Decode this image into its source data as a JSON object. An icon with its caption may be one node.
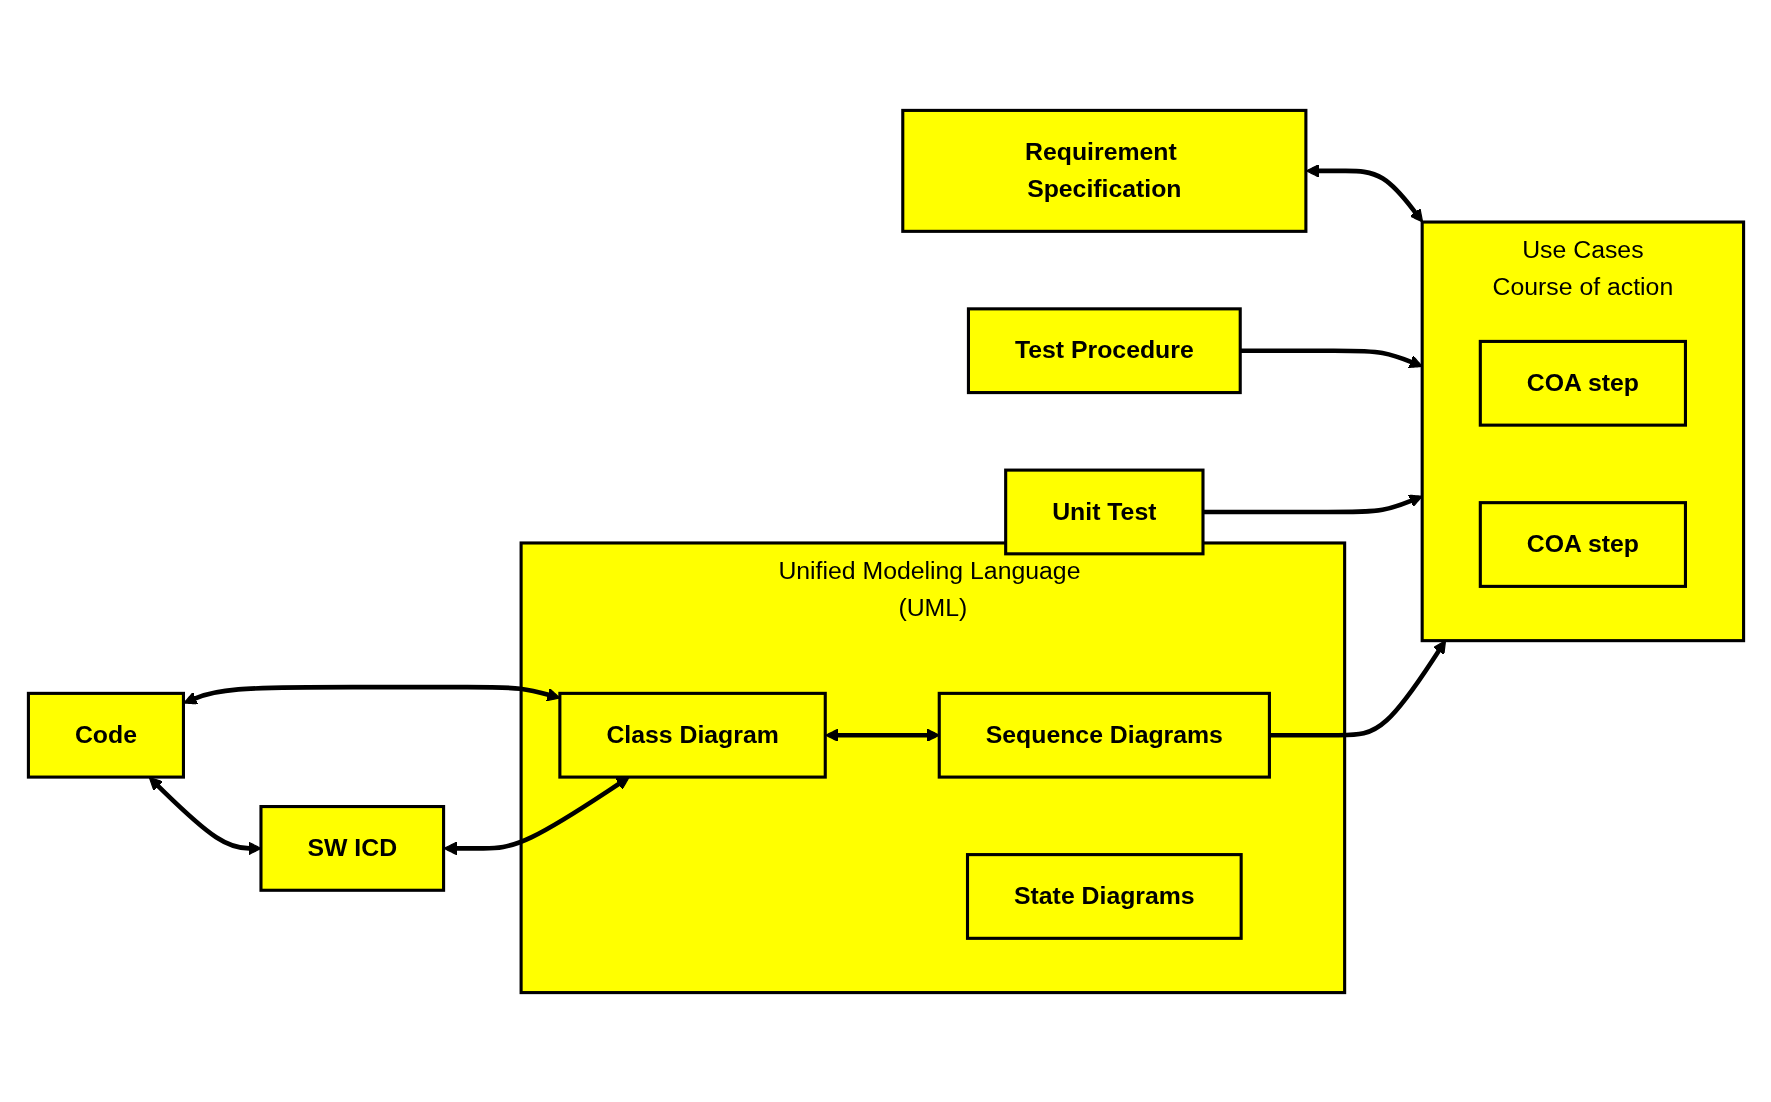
{
  "diagram": {
    "nodes": [
      {
        "text": [
          "Requirement Specification"
        ]
      },
      {
        "text": [
          "Use Cases",
          "Course of action"
        ]
      },
      {
        "text": [
          "COA step"
        ],
        "in": 1
      },
      {
        "text": [
          "COA step"
        ],
        "in": 1
      },
      {
        "text": [
          "Test Procedure"
        ]
      },
      {
        "text": [
          "Unit Test"
        ]
      },
      {
        "text": [
          "Code"
        ]
      },
      {
        "text": [
          "SW ICD"
        ]
      },
      {
        "text": [
          "Unified Modeling Language (UML)"
        ]
      },
      {
        "text": [
          "Class Diagram"
        ],
        "in": 8
      },
      {
        "text": [
          "Sequence Diagrams"
        ],
        "in": 8
      },
      {
        "text": [
          "State Diagrams"
        ],
        "in": 8
      }
    ],
    "edges": [
      {
        "from": 0,
        "to": 1,
        "arrow": "both"
      },
      {
        "from": 4,
        "to": 1,
        "arrow": "to"
      },
      {
        "from": 5,
        "to": 1,
        "arrow": "to"
      },
      {
        "from": 6,
        "to": 9,
        "arrow": "both"
      },
      {
        "from": 9,
        "to": 10,
        "arrow": "both"
      },
      {
        "from": 6,
        "to": 7,
        "arrow": "both"
      },
      {
        "from": 7,
        "to": 9,
        "arrow": "both"
      },
      {
        "from": 10,
        "to": 1,
        "arrow": "to"
      }
    ]
  }
}
